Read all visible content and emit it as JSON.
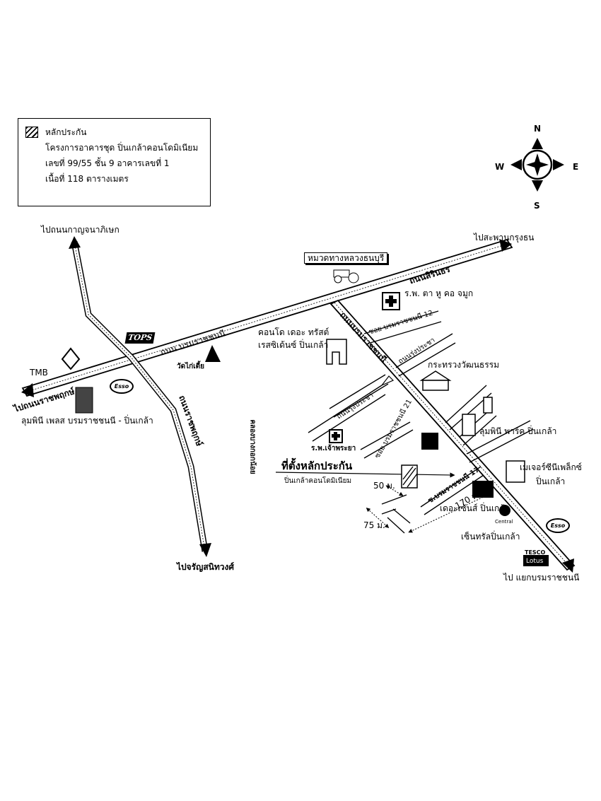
{
  "legend": {
    "title": "หลักประกัน",
    "lines": [
      "โครงการอาคารชุด ปิ่นเกล้าคอนโดมิเนียม",
      "เลขที่ 99/55 ชั้น 9 อาคารเลขที่ 1",
      "เนื้อที่ 118 ตารางเมตร"
    ]
  },
  "compass": {
    "n": "N",
    "s": "S",
    "e": "E",
    "w": "W"
  },
  "labels": {
    "to_kanchanaphisek": "ไปถนนกาญจนาภิเษก",
    "to_krungthon_bridge": "ไปสะพานกรุงธน",
    "highway_district": "หมวดทางหลวงธนบุรี",
    "eent_hospital": "ร.พ. ตา หู คอ จมูก",
    "sirinthorn_rd": "ถนนสิรินธร",
    "borommaratchachonnani_rd": "ถนน บรมราชชนนี",
    "soi_12": "ซอย บรมราชชนนี 12",
    "tops": "TOPS",
    "tmb": "TMB",
    "wat_kai_tia": "วัดไก่เตี้ย",
    "condo_trust": "คอนโด เดอะ ทรัสต์",
    "condo_trust_2": "เรสซิเด้นซ์ ปิ่นเกล้า",
    "borommaratchachonnani_rd_2": "ถนนบรมราชชนนี",
    "rung_prachaa_1": "ถนนรุ่งประชา",
    "ministry_culture": "กระทรวงวัฒนธรรม",
    "to_ratchaphruek": "ไปถนนราชพฤกษ์",
    "esso": "Esso",
    "lumpini_place": "ลุมพินี เพลส บรมราชชนนี - ปิ่นเกล้า",
    "ratchaphruek_rd": "ถนนราชพฤกษ์",
    "rung_prachaa_2": "ถนนรุ่งประชา",
    "soi_21": "ซอย บรมราชชนนี 21",
    "chaophraya_hospital": "ร.พ.เจ้าพระยา",
    "bang_kok_noi_canal": "คลองบางกอกน้อย",
    "lumpini_park": "ลุมพินี พาร์ค ปิ่นเกล้า",
    "collateral_site": "ที่ตั้งหลักประกัน",
    "pinklao_condo": "ปิ่นเกล้าคอนโดมิเนียม",
    "major_cineplex_1": "เมเจอร์ซีนีเพล็กซ์",
    "major_cineplex_2": "ปิ่นเกล้า",
    "dist_50": "50 ม.",
    "dist_170": "170 ม.",
    "dist_75": "75 ม.",
    "soi_17": "ซ.บรมราชชนนี 17",
    "the_scene": "เดอะเซ้นส์ ปิ่นเกล้า",
    "central": "Central",
    "central_pinklao": "เซ็นทรัลปิ่นเกล้า",
    "tesco": "TESCO",
    "lotus": "Lotus",
    "to_charansanitwong": "ไปจรัญสนิทวงศ์",
    "to_borom_junction": "ไป แยกบรมราชชนนี"
  }
}
